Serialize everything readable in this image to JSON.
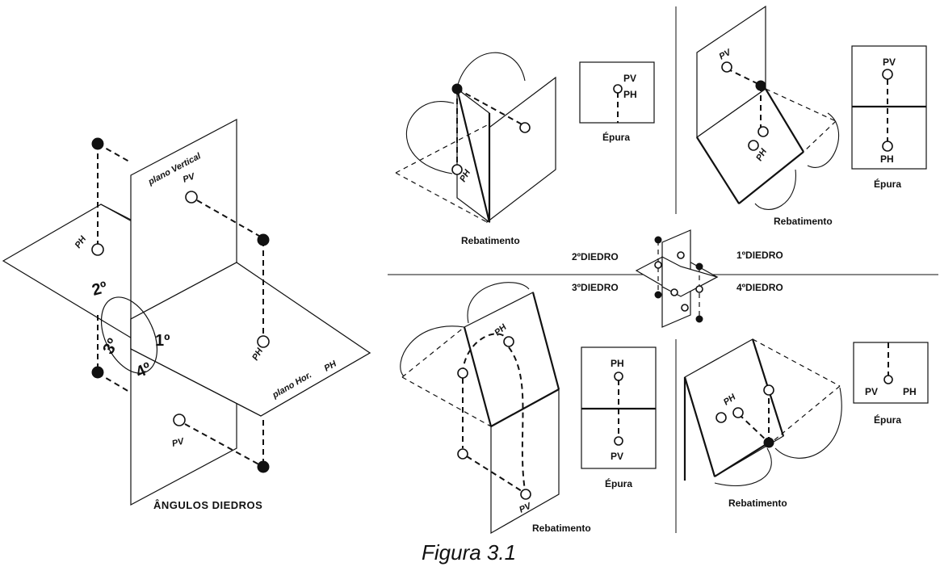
{
  "main": {
    "label_plano_vertical": "plano Vertical",
    "label_plano_horizontal": "plano Hor.",
    "label_plano_horizontal_suffix": "PH",
    "label_pv_top": "PV",
    "label_pv_bottom": "PV",
    "label_ph_top": "PH",
    "label_ph_right": "PH",
    "quadrant_1": "1º",
    "quadrant_2": "2º",
    "quadrant_3": "3º",
    "quadrant_4": "4º",
    "caption": "ÂNGULOS DIEDROS"
  },
  "panel_tl": {
    "label_ph": "PH",
    "caption": "Rebatimento"
  },
  "epura_tl": {
    "pv": "PV",
    "ph": "PH",
    "caption": "Épura"
  },
  "panel_tr": {
    "label_pv": "PV",
    "label_ph": "PH",
    "caption": "Rebatimento"
  },
  "epura_tr": {
    "pv": "PV",
    "ph": "PH",
    "caption": "Épura"
  },
  "center": {
    "label_2": "2ºDIEDRO",
    "label_1": "1ºDIEDRO",
    "label_3": "3ºDIEDRO",
    "label_4": "4ºDIEDRO"
  },
  "panel_bl": {
    "label_ph": "PH",
    "label_pv": "PV",
    "caption": "Rebatimento"
  },
  "epura_bl": {
    "ph": "PH",
    "pv": "PV",
    "caption": "Épura"
  },
  "panel_br": {
    "label_ph": "PH",
    "caption": "Rebatimento"
  },
  "epura_br": {
    "pv": "PV",
    "ph": "PH",
    "caption": "Épura"
  },
  "figure": {
    "caption": "Figura 3.1"
  }
}
